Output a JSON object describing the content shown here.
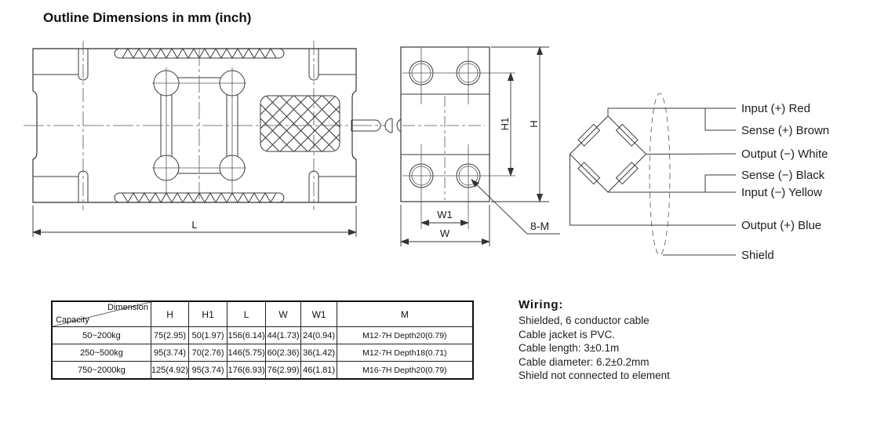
{
  "title": "Outline Dimensions in mm (inch)",
  "colors": {
    "ink": "#222222",
    "line": "#333333",
    "background": "#ffffff"
  },
  "drawing": {
    "side_view": {
      "dim_L": "L"
    },
    "end_view": {
      "dim_H": "H",
      "dim_H1": "H1",
      "dim_W": "W",
      "dim_W1": "W1",
      "thread_callout": "8-M"
    },
    "wiring_diagram": {
      "labels": [
        "Input (+) Red",
        "Sense (+) Brown",
        "Output (−) White",
        "Sense (−) Black",
        "Input (−) Yellow",
        "Output (+) Blue",
        "Shield"
      ]
    }
  },
  "table": {
    "corner": {
      "top": "Dimension",
      "bottom": "Capacity"
    },
    "columns": [
      "H",
      "H1",
      "L",
      "W",
      "W1",
      "M"
    ],
    "rows": [
      {
        "capacity": "50~200kg",
        "values": [
          "75(2.95)",
          "50(1.97)",
          "156(6.14)",
          "44(1.73)",
          "24(0.94)",
          "M12-7H Depth20(0.79)"
        ]
      },
      {
        "capacity": "250~500kg",
        "values": [
          "95(3.74)",
          "70(2.76)",
          "146(5.75)",
          "60(2.36)",
          "36(1.42)",
          "M12-7H Depth18(0.71)"
        ]
      },
      {
        "capacity": "750~2000kg",
        "values": [
          "125(4.92)",
          "95(3.74)",
          "176(6.93)",
          "76(2.99)",
          "46(1.81)",
          "M16-7H Depth20(0.79)"
        ]
      }
    ]
  },
  "wiring_notes": {
    "heading": "Wiring:",
    "lines": [
      "Shielded, 6 conductor cable",
      "Cable jacket is PVC.",
      "Cable length: 3±0.1m",
      "Cable diameter: 6.2±0.2mm",
      "Shield not connected to element"
    ]
  }
}
